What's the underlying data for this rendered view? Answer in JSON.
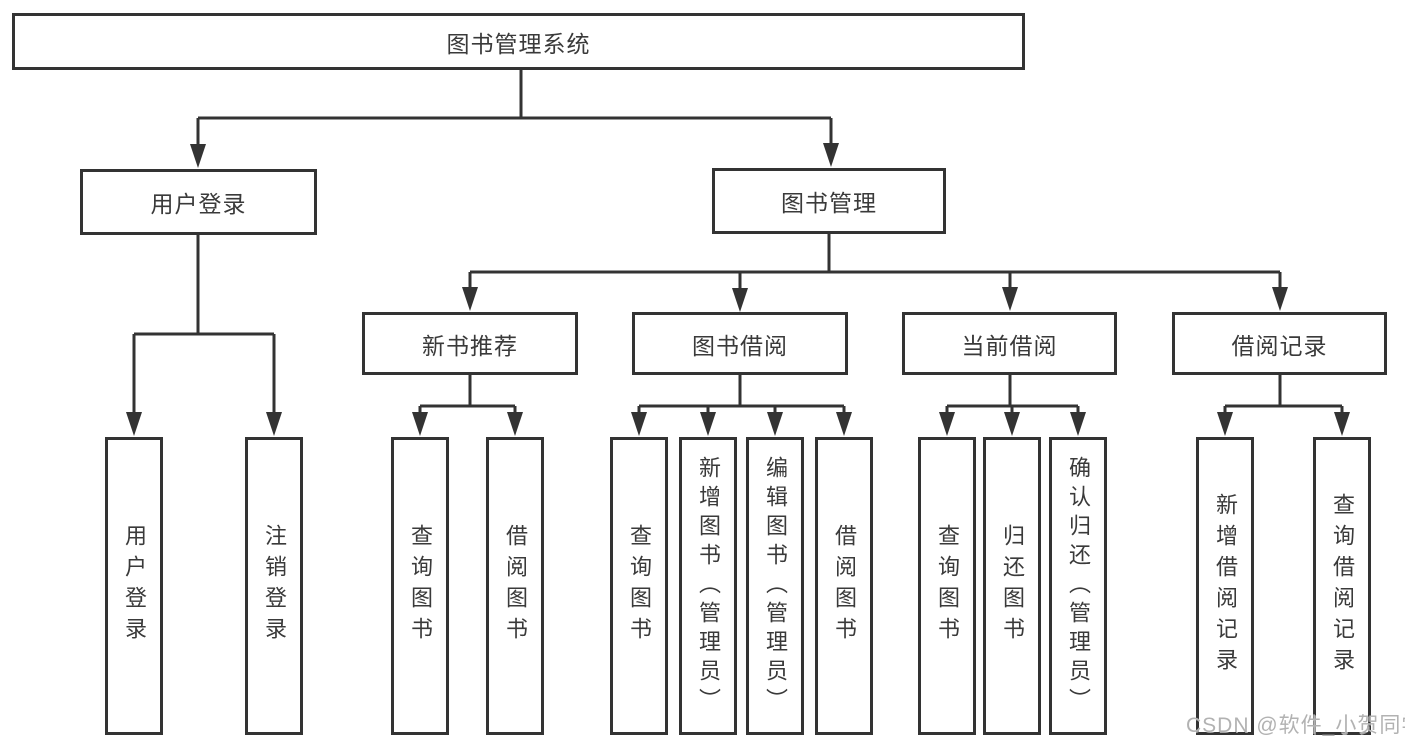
{
  "colors": {
    "line": "#333333",
    "box_border": "#333333",
    "text": "#3a3a3a",
    "watermark": "#b2b2b2",
    "background": "#ffffff"
  },
  "watermark": {
    "text": "CSDN @软件_小贺同学"
  },
  "diagram": {
    "type": "hierarchy-tree",
    "root": {
      "label": "图书管理系统",
      "children": [
        {
          "label": "用户登录",
          "children": [
            {
              "label": "用户登录"
            },
            {
              "label": "注销登录"
            }
          ]
        },
        {
          "label": "图书管理",
          "children": [
            {
              "label": "新书推荐",
              "children": [
                {
                  "label": "查询图书"
                },
                {
                  "label": "借阅图书"
                }
              ]
            },
            {
              "label": "图书借阅",
              "children": [
                {
                  "label": "查询图书"
                },
                {
                  "label": "新增图书（管理员）"
                },
                {
                  "label": "编辑图书（管理员）"
                },
                {
                  "label": "借阅图书"
                }
              ]
            },
            {
              "label": "当前借阅",
              "children": [
                {
                  "label": "查询图书"
                },
                {
                  "label": "归还图书"
                },
                {
                  "label": "确认归还（管理员）"
                }
              ]
            },
            {
              "label": "借阅记录",
              "children": [
                {
                  "label": "新增借阅记录"
                },
                {
                  "label": "查询借阅记录"
                }
              ]
            }
          ]
        }
      ]
    }
  }
}
